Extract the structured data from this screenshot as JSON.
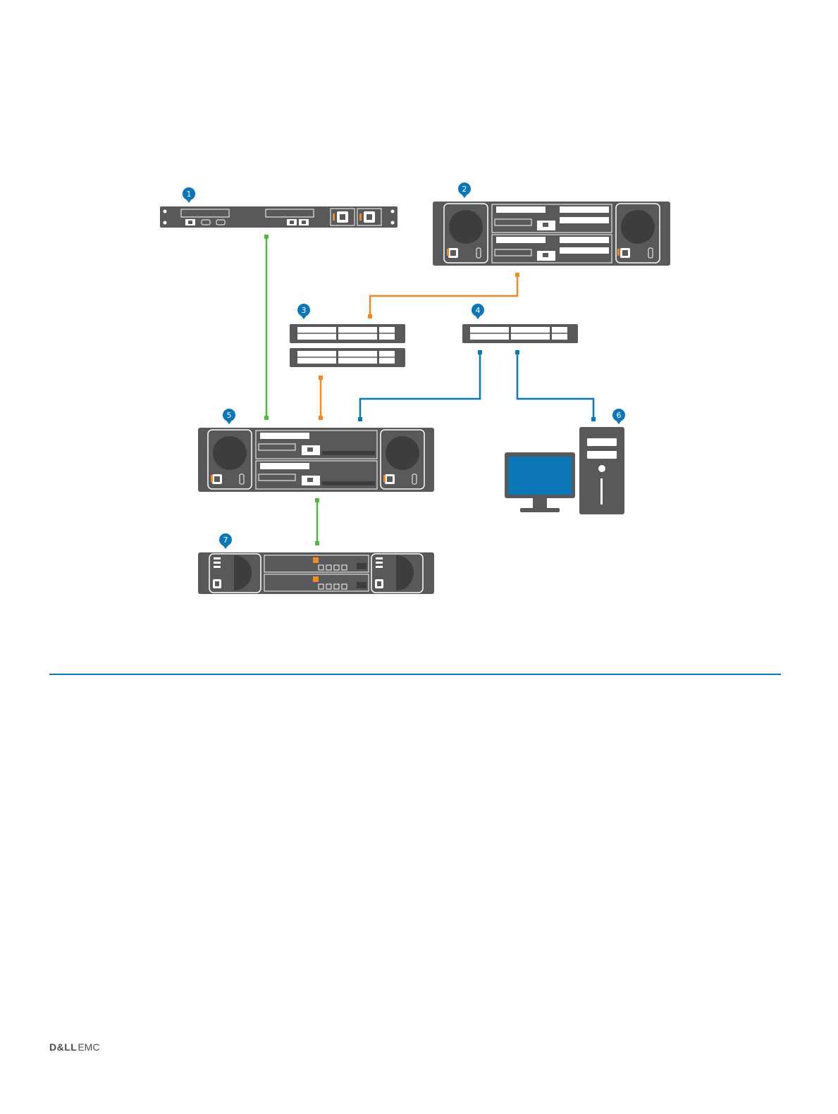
{
  "diagram": {
    "callouts": [
      {
        "id": "1"
      },
      {
        "id": "2"
      },
      {
        "id": "3"
      },
      {
        "id": "4"
      },
      {
        "id": "5"
      },
      {
        "id": "6"
      },
      {
        "id": "7"
      }
    ],
    "cable_colors": {
      "green": "#4cbb3c",
      "orange": "#f08a24",
      "blue": "#0b77b7"
    },
    "badge_color": "#0b77b7",
    "device_color": "#58595b",
    "monitor_screen_color": "#0b77b7"
  },
  "footer": {
    "logo_dell": "D&LL",
    "logo_emc": "EMC",
    "rule_color": "#0b77b7"
  }
}
